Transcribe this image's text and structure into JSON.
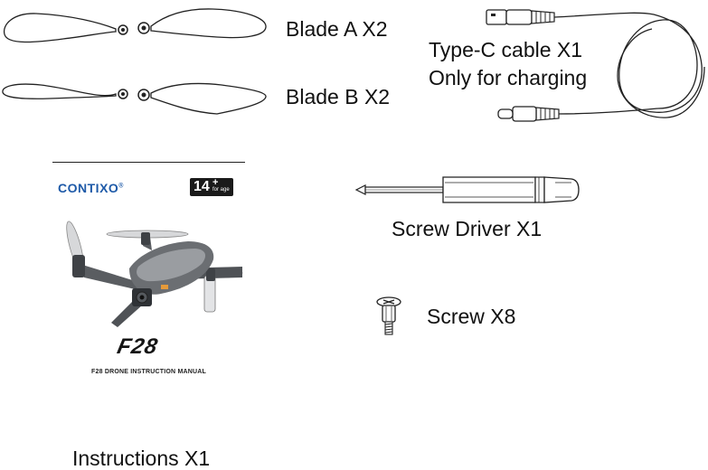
{
  "items": {
    "blade_a": "Blade A X2",
    "blade_b": "Blade B X2",
    "cable_line1": "Type-C cable X1",
    "cable_line2": "Only for charging",
    "screwdriver": "Screw Driver X1",
    "screw": "Screw X8",
    "instructions": "Instructions X1"
  },
  "manual": {
    "brand": "ONTIXO",
    "brand_mark": "C",
    "brand_reg": "®",
    "age": "14",
    "age_plus": "+",
    "age_note": "for age",
    "model": "F28",
    "title": "F28 DRONE INSTRUCTION MANUAL"
  },
  "icons": [
    "propeller-blade-a-icon",
    "propeller-blade-b-icon",
    "usb-type-c-cable-icon",
    "screwdriver-icon",
    "screw-icon",
    "drone-icon"
  ],
  "colors": {
    "ink": "#111111",
    "brand": "#1e5aa8",
    "drone_body": "#6b6e72"
  }
}
